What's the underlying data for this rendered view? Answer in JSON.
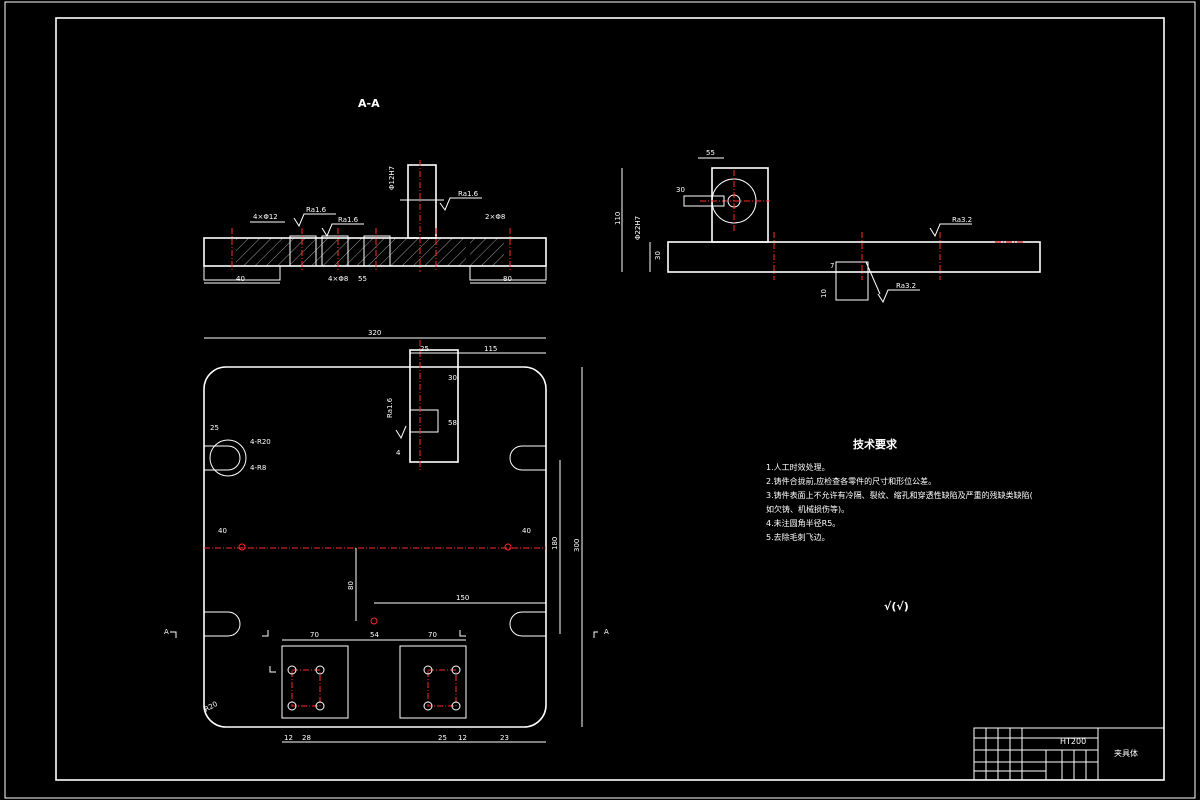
{
  "section_view": {
    "label": "A-A",
    "roughness": [
      "Ra1.6",
      "Ra1.6",
      "Ra1.6"
    ],
    "dims": {
      "left": "40",
      "right": "80",
      "holes_top": "4×Φ12",
      "holes_bot": "4×Φ8",
      "mid": "55",
      "small": "2×Φ8",
      "vertical": "Φ12H7"
    }
  },
  "side_view": {
    "dims": {
      "top": "55",
      "height": "110",
      "base": "30",
      "bore": "30",
      "bore_v": "Φ22H7",
      "slot": "10",
      "slot_w": "7"
    },
    "roughness": [
      "Ra3.2",
      "Ra3.2"
    ]
  },
  "plan_view": {
    "dims": {
      "overall_width": "320",
      "overall_height": "300",
      "inner_height": "180",
      "block_w": "25",
      "block_right": "115",
      "block_h1": "30",
      "block_h2": "58",
      "block_small": "4",
      "slot_left": "25",
      "slot_r1": "4-R20",
      "slot_r2": "4-R8",
      "left_40": "40",
      "right_40": "40",
      "vert_80": "80",
      "horiz_150": "150",
      "pad_left": "70",
      "pad_gap": "54",
      "pad_right": "70",
      "bot_12a": "12",
      "bot_28": "28",
      "bot_25": "25",
      "bot_12b": "12",
      "bot_23": "23",
      "corner": "R20",
      "roughness": "Ra1.6"
    },
    "section_marks": [
      "A",
      "A"
    ]
  },
  "tech_requirements": {
    "title": "技术要求",
    "items": [
      "1.人工时效处理。",
      "2.铸件合拢前,应检查各零件的尺寸和形位公差。",
      "3.铸件表面上不允许有冷隔、裂纹、缩孔和穿透性缺陷及严重的残缺类缺陷(",
      "如欠铸、机械损伤等)。",
      "4.未注圆角半径R5。",
      "5.去除毛刺飞边。"
    ],
    "roughness_symbol": "√(√)"
  },
  "title_block": {
    "material": "HT200",
    "name": "夹具体"
  },
  "colors": {
    "background": "#000000",
    "lines": "#ffffff",
    "centerlines": "#ff2a2a"
  }
}
